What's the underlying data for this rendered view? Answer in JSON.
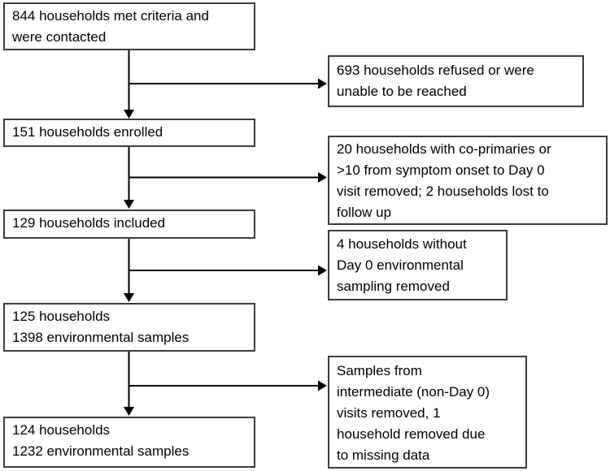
{
  "diagram": {
    "type": "flowchart",
    "description": "Household enrollment and environmental sampling flow diagram",
    "flow_boxes": [
      {
        "id": "contacted",
        "lines": [
          "844 households met criteria and",
          "were contacted"
        ]
      },
      {
        "id": "enrolled",
        "lines": [
          "151 households enrolled"
        ]
      },
      {
        "id": "included",
        "lines": [
          "129 households included"
        ]
      },
      {
        "id": "day0-samples",
        "lines": [
          "125 households",
          "1398 environmental samples"
        ]
      },
      {
        "id": "final-samples",
        "lines": [
          "124 households",
          "1232 environmental samples"
        ]
      }
    ],
    "exclusion_boxes": [
      {
        "id": "refused",
        "lines": [
          "693 households refused or were",
          "unable to be reached"
        ]
      },
      {
        "id": "coprimaries",
        "lines": [
          "20 households with co-primaries or",
          ">10 from symptom onset to Day 0",
          "visit removed; 2 households lost to",
          "follow up"
        ]
      },
      {
        "id": "no-day0-sampling",
        "lines": [
          "4 households without",
          "Day 0 environmental",
          "sampling removed"
        ]
      },
      {
        "id": "intermediate-samples",
        "lines": [
          "Samples from",
          "intermediate (non-Day 0)",
          "visits removed, 1",
          "household removed due",
          "to missing data"
        ]
      }
    ],
    "colors": {
      "box_border": "#3d3d3d",
      "text": "#000000",
      "arrow": "#000000",
      "background": "#ffffff"
    }
  }
}
